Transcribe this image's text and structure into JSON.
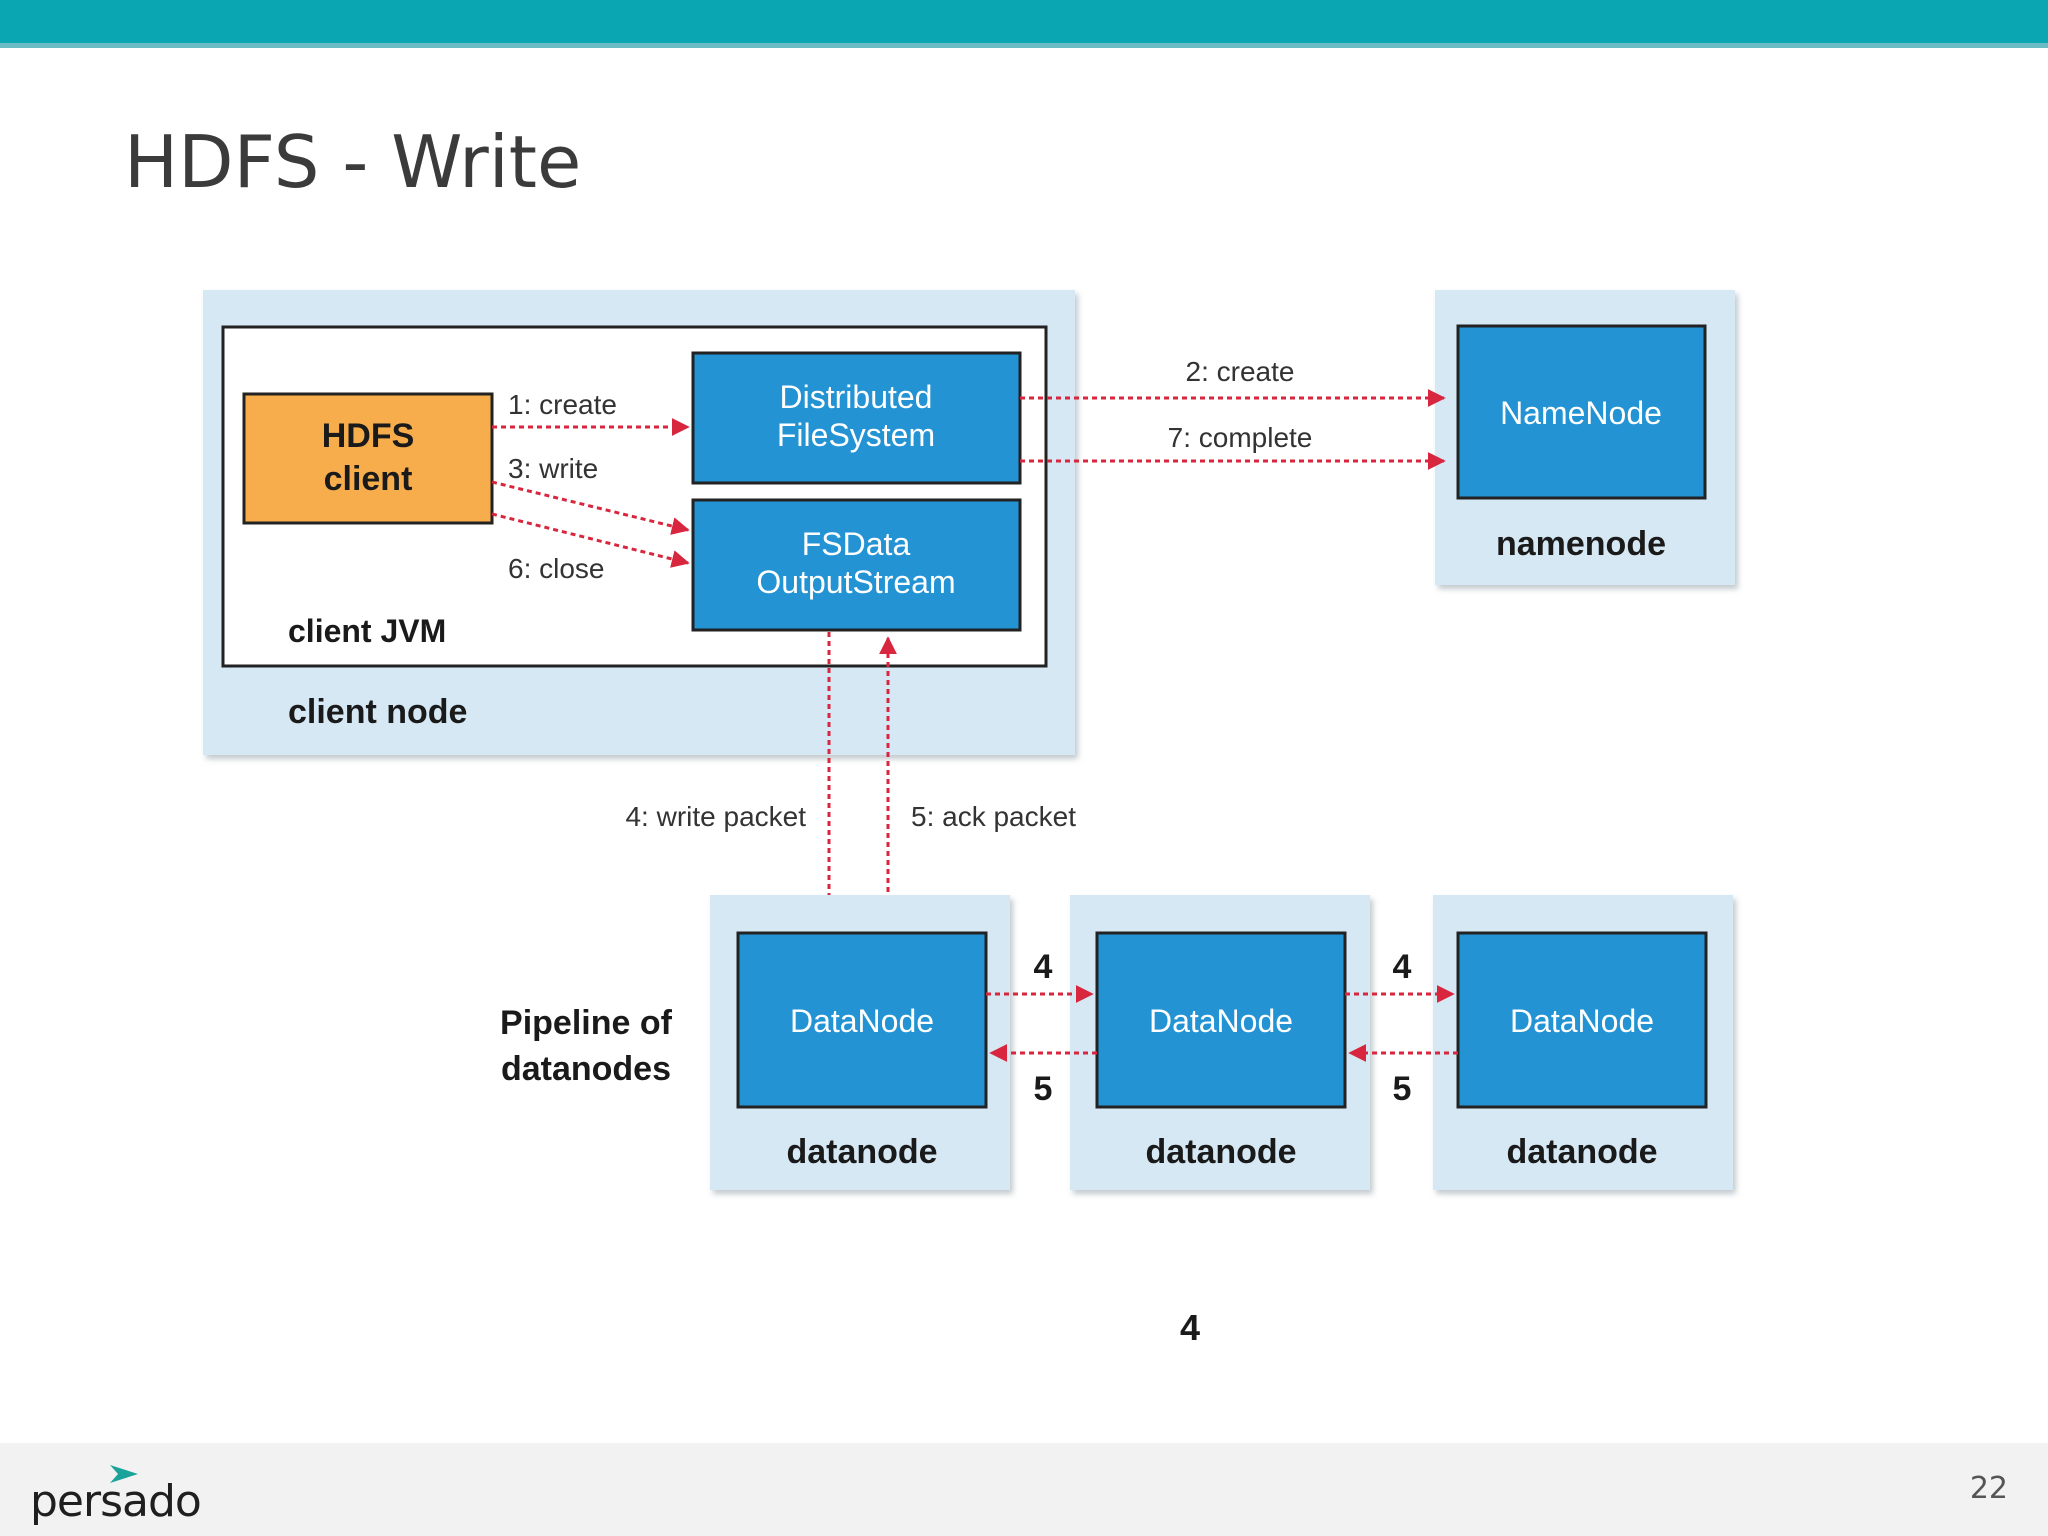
{
  "slide": {
    "title": "HDFS - Write",
    "page_number": "22"
  },
  "brand": {
    "logo_text": "persado",
    "top_bar_color": "#0aa6b2",
    "mark_color": "#1aa39a"
  },
  "diagram": {
    "client_node": {
      "label": "client node",
      "jvm_label": "client JVM",
      "hdfs_client": {
        "line1": "HDFS",
        "line2": "client"
      },
      "distributed_fs": {
        "line1": "Distributed",
        "line2": "FileSystem"
      },
      "fsdata_stream": {
        "line1": "FSData",
        "line2": "OutputStream"
      }
    },
    "namenode": {
      "label": "namenode",
      "box": "NameNode"
    },
    "pipeline_label": {
      "line1": "Pipeline of",
      "line2": "datanodes"
    },
    "datanodes": [
      {
        "box": "DataNode",
        "label": "datanode"
      },
      {
        "box": "DataNode",
        "label": "datanode"
      },
      {
        "box": "DataNode",
        "label": "datanode"
      }
    ],
    "arrows": {
      "create": "1: create",
      "write": "3: write",
      "close": "6: close",
      "nn_create": "2: create",
      "nn_complete": "7: complete",
      "write_packet": "4: write packet",
      "ack_packet": "5: ack packet",
      "fwd_1": "4",
      "ack_1": "5",
      "fwd_2": "4",
      "ack_2": "5"
    },
    "bottom_label": "4",
    "colors": {
      "node_bg": "#d5e8f4",
      "blue_box": "#2393d4",
      "client_box": "#f7ad4c",
      "arrow": "#d8263f"
    }
  }
}
